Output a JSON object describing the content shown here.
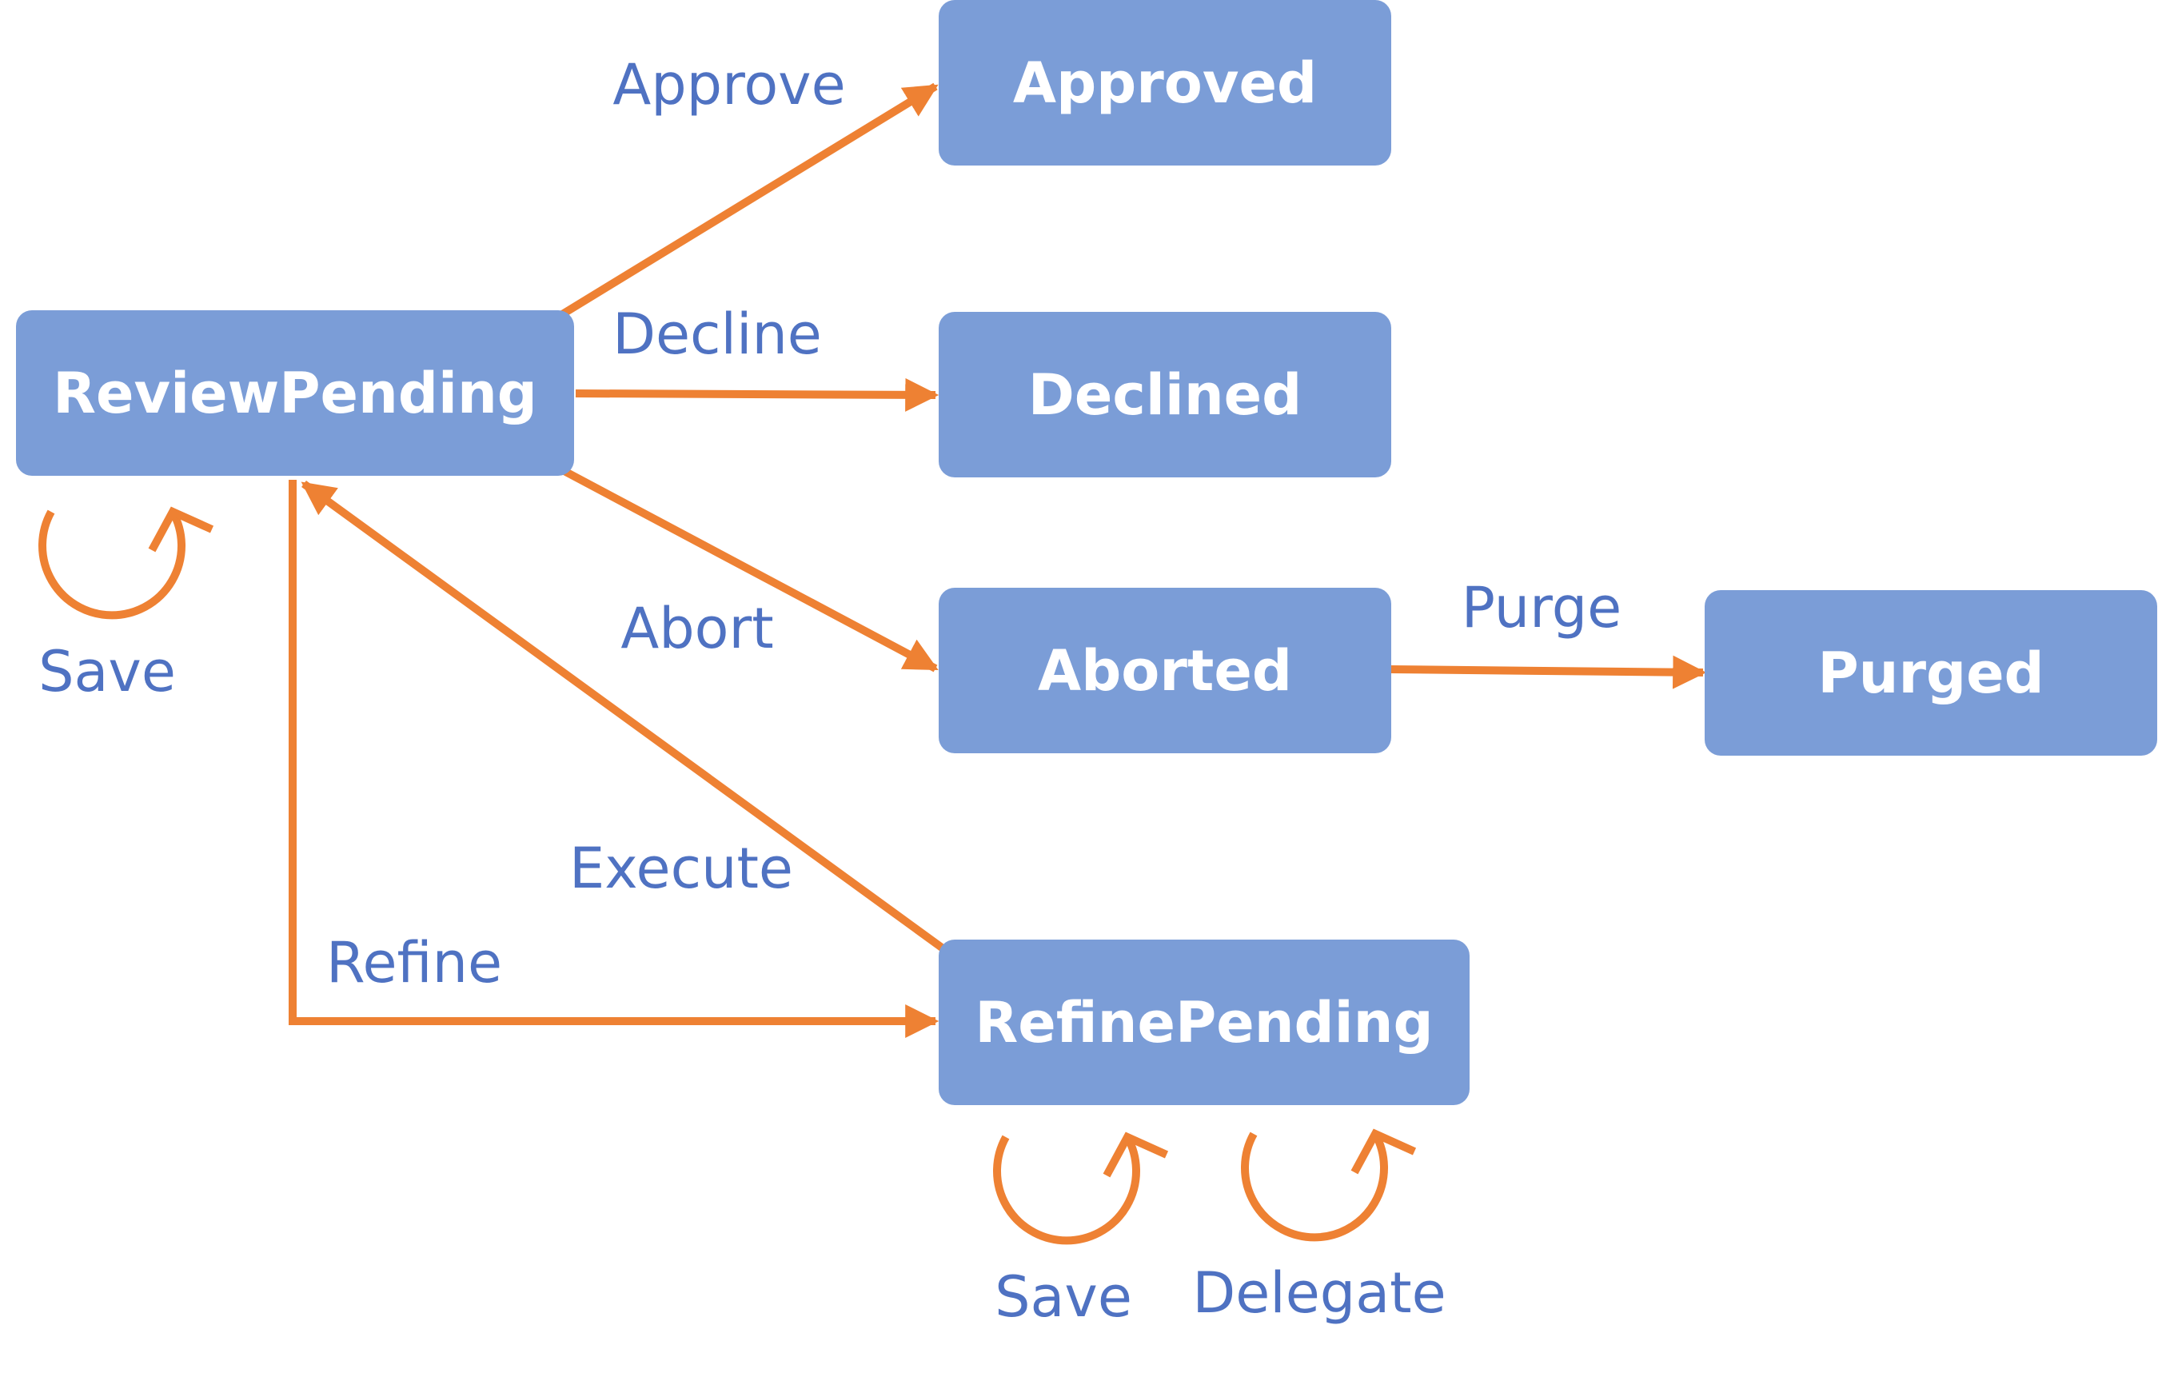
{
  "colors": {
    "node_fill": "#7b9dd7",
    "node_text": "#ffffff",
    "edge_stroke": "#ee8133",
    "edge_label": "#4f72c2",
    "background": "#ffffff"
  },
  "nodes": {
    "review_pending": "ReviewPending",
    "approved": "Approved",
    "declined": "Declined",
    "aborted": "Aborted",
    "purged": "Purged",
    "refine_pending": "RefinePending"
  },
  "edges": {
    "approve": "Approve",
    "decline": "Decline",
    "abort": "Abort",
    "purge": "Purge",
    "execute": "Execute",
    "refine": "Refine",
    "review_save": "Save",
    "refine_save": "Save",
    "refine_delegate": "Delegate"
  }
}
